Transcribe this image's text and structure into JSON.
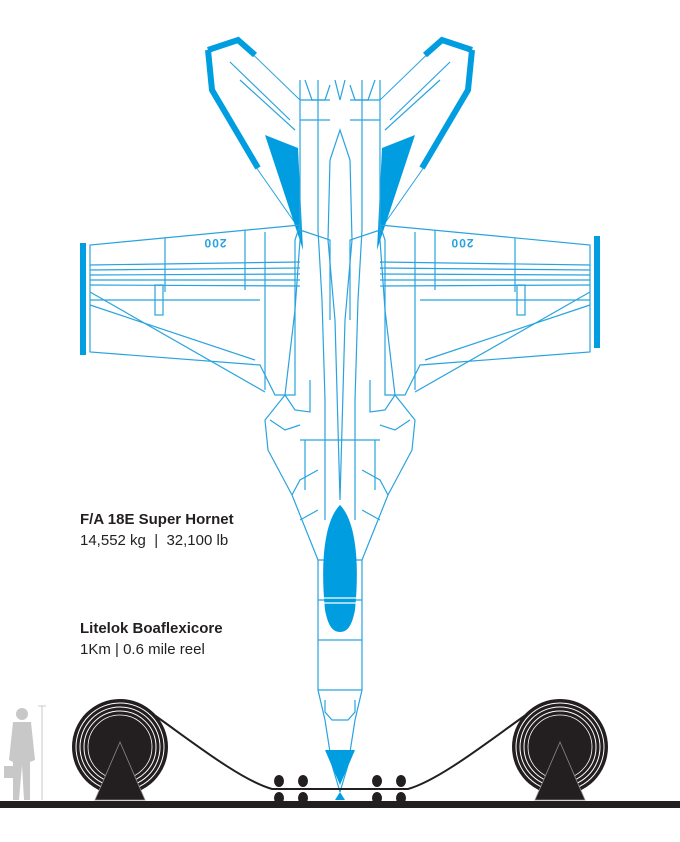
{
  "aircraft": {
    "name": "F/A 18E Super Hornet",
    "weight": "14,552 kg  |  32,100 lb",
    "wing_marking": "200"
  },
  "cable": {
    "name": "Litelok Boaflexicore",
    "spec": "1Km | 0.6 mile reel"
  },
  "colors": {
    "aircraft_line": "#29a3e0",
    "aircraft_fill": "#009ee0",
    "reel": "#231f20",
    "person": "#c8c8c8"
  }
}
